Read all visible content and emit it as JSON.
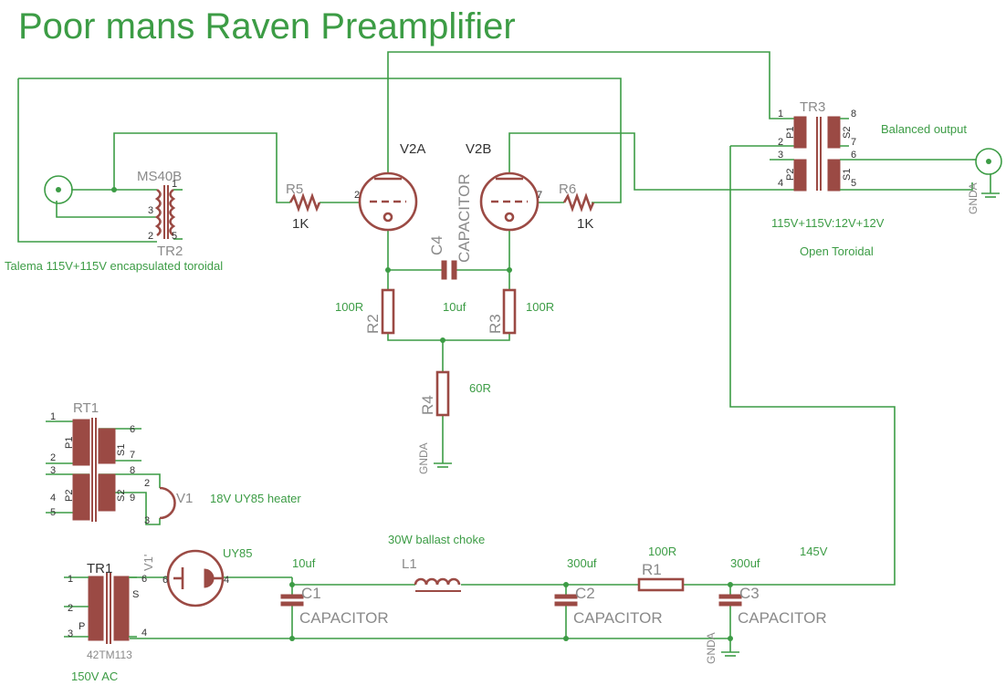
{
  "title": "Poor mans Raven Preamplifier",
  "colors": {
    "wire": "#3c9c45",
    "component": "#9b4a44",
    "label_gray": "#8a8a8a",
    "background": "#ffffff"
  },
  "notes": {
    "talema": "Talema 115V+115V encapsulated toroidal",
    "balanced": "Balanced output",
    "tr3_ratio": "115V+115V:12V+12V",
    "open_toroidal": "Open Toroidal",
    "heater": "18V UY85 heater",
    "ballast": "30W ballast choke",
    "v145": "145V",
    "ac150": "150V AC"
  },
  "components": {
    "ms40b": "MS40B",
    "tr2": "TR2",
    "tr3": "TR3",
    "tr1": "TR1",
    "rt1": "RT1",
    "tm113": "42TM113",
    "v2a": "V2A",
    "v2b": "V2B",
    "v1": "V1",
    "v1p": "V1'",
    "uy85": "UY85",
    "r5": "R5",
    "r5v": "1K",
    "r6": "R6",
    "r6v": "1K",
    "r2": "R2",
    "r2v": "100R",
    "r3": "R3",
    "r3v": "100R",
    "r4": "R4",
    "r4v": "60R",
    "c4": "C4",
    "c4t": "CAPACITOR",
    "c4v": "10uf",
    "c1": "C1",
    "c1t": "CAPACITOR",
    "c1v": "10uf",
    "c2": "C2",
    "c2t": "CAPACITOR",
    "c2v": "300uf",
    "c3": "C3",
    "c3t": "CAPACITOR",
    "c3v": "300uf",
    "r1": "R1",
    "r1v": "100R",
    "l1": "L1",
    "gnda": "GNDA"
  },
  "pins": {
    "p1": "1",
    "p2": "2",
    "p3": "3",
    "p4": "4",
    "p5": "5",
    "p6": "6",
    "p7": "7",
    "p8": "8",
    "p9": "9",
    "P1": "P1",
    "P2": "P2",
    "S1": "S1",
    "S2": "S2",
    "P": "P",
    "S": "S"
  }
}
